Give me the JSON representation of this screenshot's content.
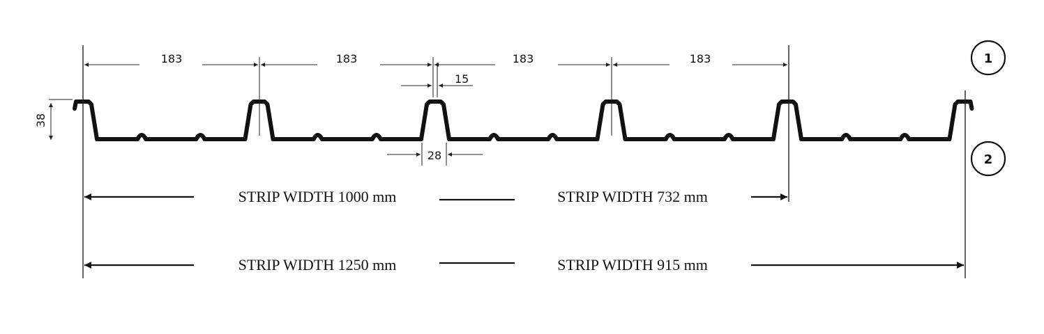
{
  "dimensions": {
    "pitches": [
      "183",
      "183",
      "183",
      "183"
    ],
    "height": "38",
    "top_width": "15",
    "bottom_width": "28"
  },
  "markers": [
    "1",
    "2"
  ],
  "strips": {
    "row1_left": "STRIP WIDTH 1000 mm",
    "row1_right": "STRIP WIDTH 732 mm",
    "row2_left": "STRIP WIDTH 1250 mm",
    "row2_right": "STRIP WIDTH 915 mm"
  }
}
